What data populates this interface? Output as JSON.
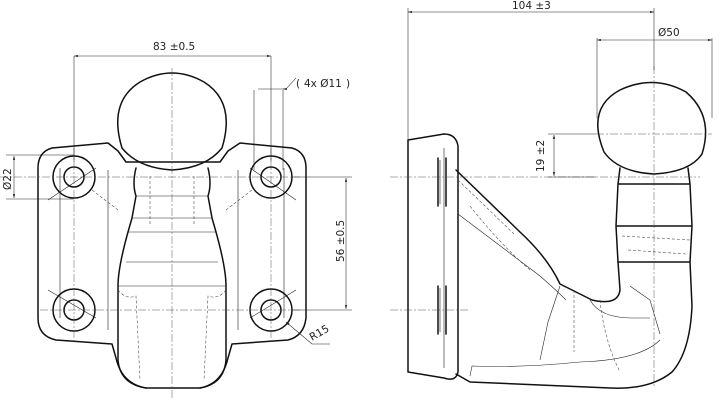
{
  "front_view": {
    "dim_width": "83 ±0.5",
    "dim_holes": "4x Ø11",
    "dim_hole_dia": "Ø22",
    "dim_vertical": "56 ±0.5",
    "dim_radius": "R15"
  },
  "side_view": {
    "dim_length": "104 ±3",
    "dim_ball": "Ø50",
    "dim_offset": "19 ±2"
  }
}
